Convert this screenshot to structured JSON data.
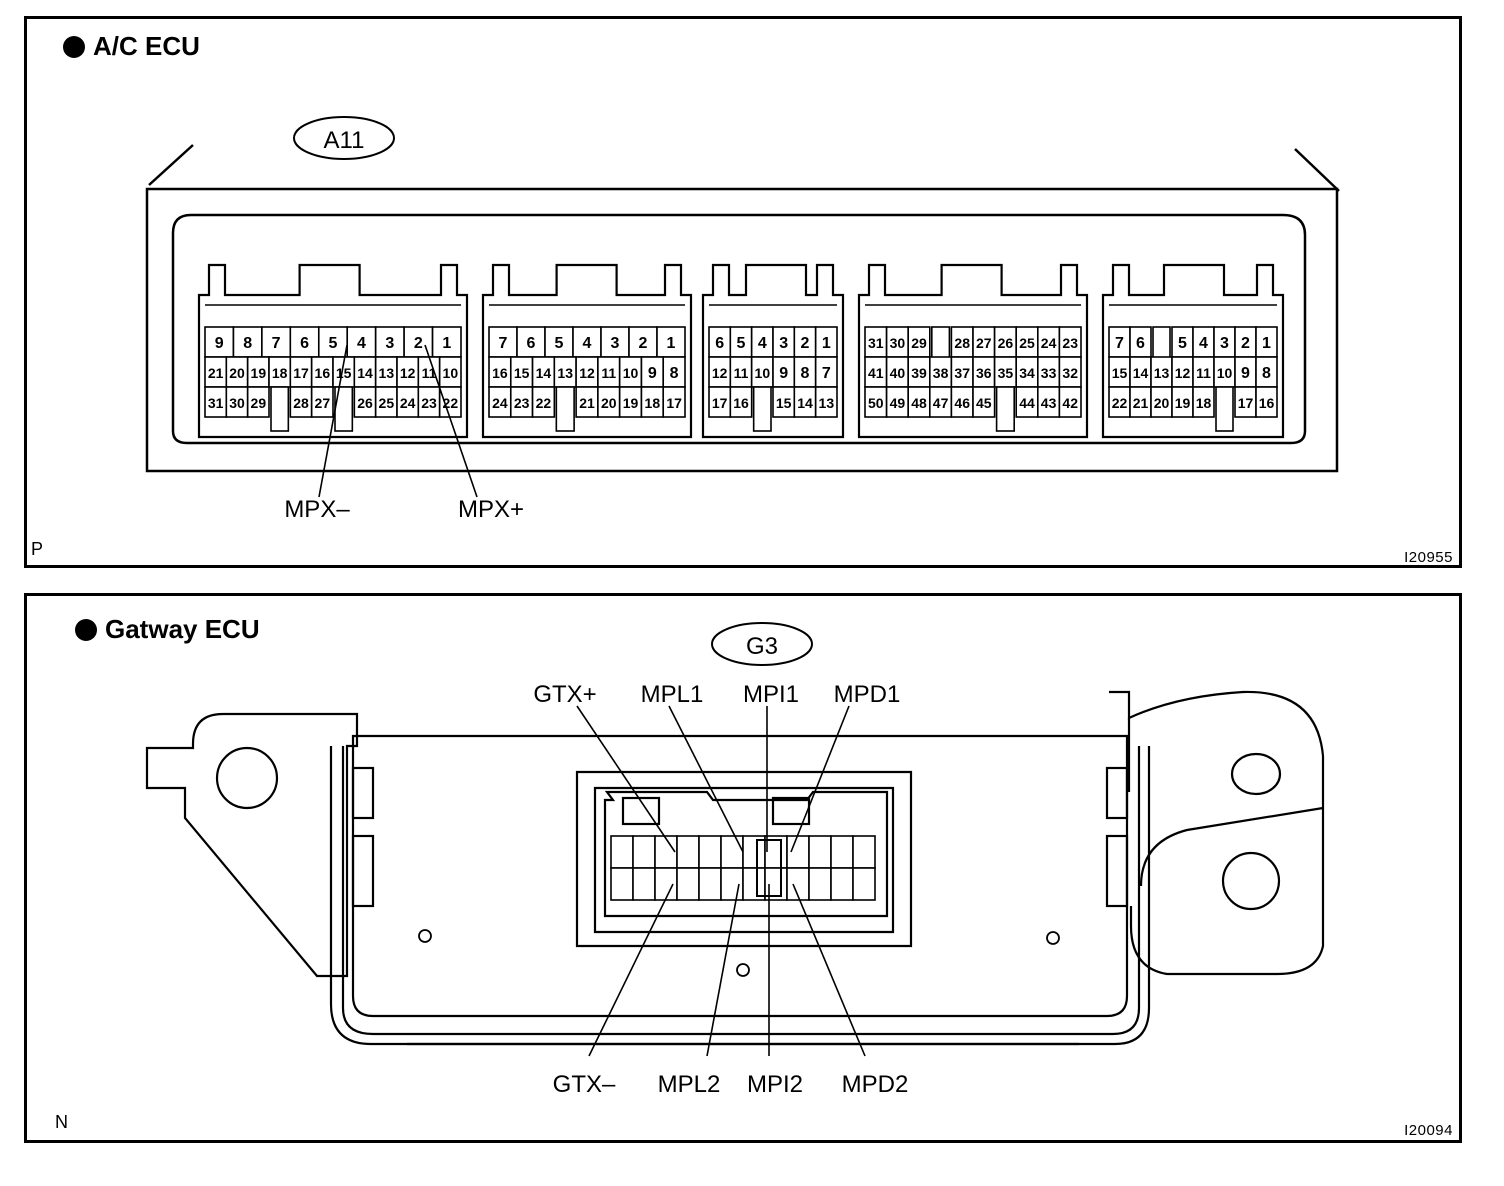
{
  "top_panel": {
    "title": "A/C ECU",
    "connector_id": "A11",
    "corner_letter": "P",
    "figure_id": "I20955",
    "labels": {
      "mpx_minus": "MPX–",
      "mpx_plus": "MPX+"
    },
    "groups": [
      {
        "rows": [
          [
            "9",
            "8",
            "7",
            "6",
            "5",
            "4",
            "3",
            "2",
            "1"
          ],
          [
            "21",
            "20",
            "19",
            "18",
            "17",
            "16",
            "15",
            "14",
            "13",
            "12",
            "11",
            "10"
          ],
          [
            "31",
            "30",
            "29",
            "",
            "28",
            "27",
            "",
            "26",
            "25",
            "24",
            "23",
            "22"
          ]
        ]
      },
      {
        "rows": [
          [
            "7",
            "6",
            "5",
            "4",
            "3",
            "2",
            "1"
          ],
          [
            "16",
            "15",
            "14",
            "13",
            "12",
            "11",
            "10",
            "9",
            "8"
          ],
          [
            "24",
            "23",
            "22",
            "",
            "21",
            "20",
            "19",
            "18",
            "17"
          ]
        ]
      },
      {
        "rows": [
          [
            "6",
            "5",
            "4",
            "3",
            "2",
            "1"
          ],
          [
            "12",
            "11",
            "10",
            "9",
            "8",
            "7"
          ],
          [
            "17",
            "16",
            "",
            "15",
            "14",
            "13"
          ]
        ]
      },
      {
        "rows": [
          [
            "31",
            "30",
            "29",
            "",
            "28",
            "27",
            "26",
            "25",
            "24",
            "23"
          ],
          [
            "41",
            "40",
            "39",
            "38",
            "37",
            "36",
            "35",
            "34",
            "33",
            "32"
          ],
          [
            "50",
            "49",
            "48",
            "47",
            "46",
            "45",
            "",
            "44",
            "43",
            "42"
          ]
        ]
      },
      {
        "rows": [
          [
            "7",
            "6",
            "",
            "5",
            "4",
            "3",
            "2",
            "1"
          ],
          [
            "15",
            "14",
            "13",
            "12",
            "11",
            "10",
            "9",
            "8"
          ],
          [
            "22",
            "21",
            "20",
            "19",
            "18",
            "",
            "17",
            "16"
          ]
        ]
      }
    ]
  },
  "bottom_panel": {
    "title": "Gatway ECU",
    "connector_id": "G3",
    "corner_letter": "N",
    "figure_id": "I20094",
    "top_labels": [
      "GTX+",
      "MPL1",
      "MPI1",
      "MPD1"
    ],
    "bottom_labels": [
      "GTX–",
      "MPL2",
      "MPI2",
      "MPD2"
    ]
  }
}
